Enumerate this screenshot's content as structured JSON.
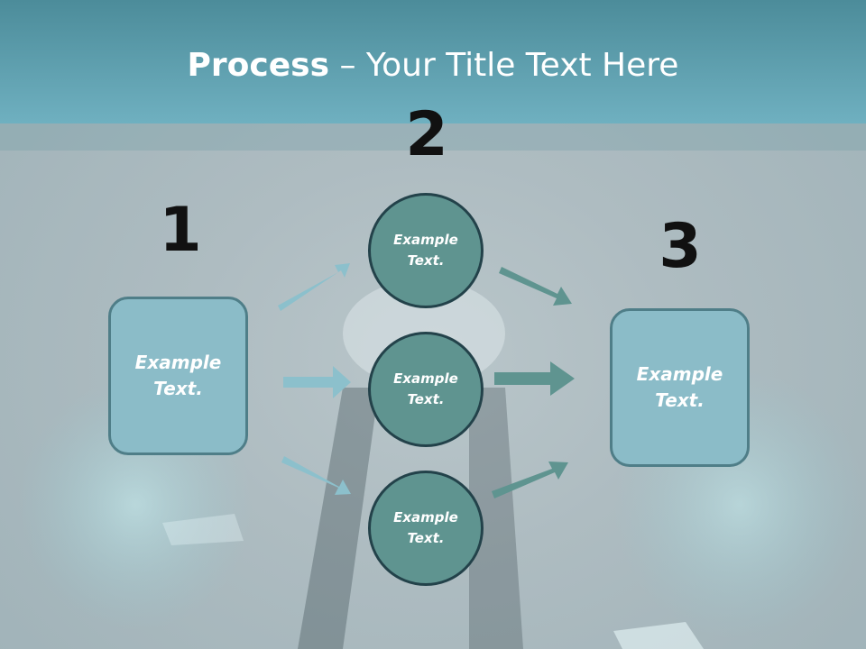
{
  "title": {
    "bold": "Process",
    "rest": " – Your Title Text Here"
  },
  "steps": {
    "one": "1",
    "two": "2",
    "three": "3"
  },
  "left_box": {
    "line1": "Example",
    "line2": "Text."
  },
  "right_box": {
    "line1": "Example",
    "line2": "Text."
  },
  "circles": [
    {
      "line1": "Example",
      "line2": "Text."
    },
    {
      "line1": "Example",
      "line2": "Text."
    },
    {
      "line1": "Example",
      "line2": "Text."
    }
  ],
  "colors": {
    "header": "#6fb0c0",
    "box": "#8bbcc8",
    "circle": "#5f9490",
    "arrow_light": "#8cc0cc",
    "arrow_dark": "#5f9490"
  }
}
